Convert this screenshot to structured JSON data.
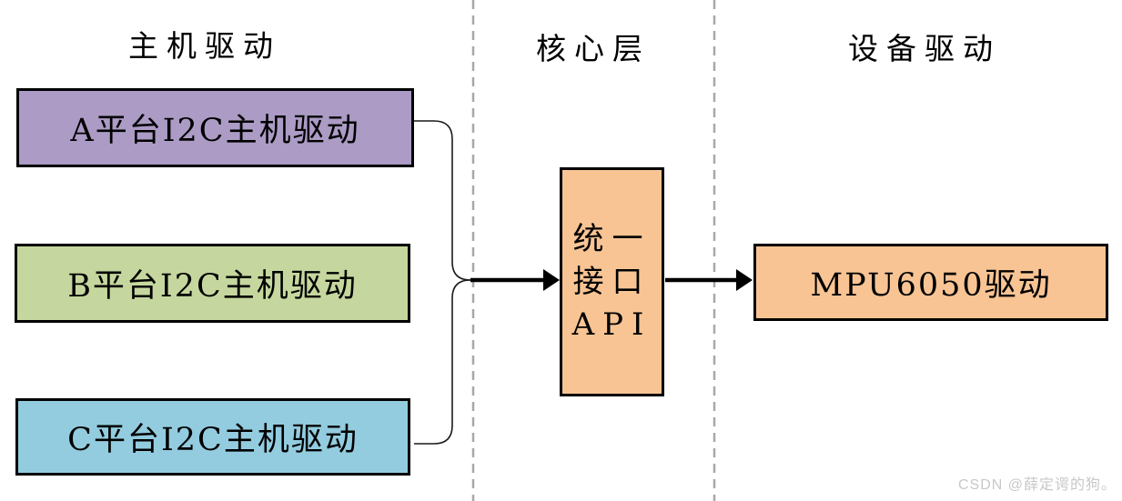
{
  "diagram": {
    "columns": [
      {
        "header": "主机驱动"
      },
      {
        "header": "核心层"
      },
      {
        "header": "设备驱动"
      }
    ],
    "host_boxes": [
      {
        "label": "A平台I2C主机驱动",
        "color": "#ab9bc5"
      },
      {
        "label": "B平台I2C主机驱动",
        "color": "#c5d79e"
      },
      {
        "label": "C平台I2C主机驱动",
        "color": "#93ccdf"
      }
    ],
    "core_box": {
      "label": "统一\n接口\nAPI",
      "color": "#f8c494"
    },
    "device_box": {
      "label": "MPU6050驱动",
      "color": "#f8c494"
    },
    "colors": {
      "box_border": "#000000",
      "connector": "#1a1a1a",
      "dashed_divider": "#a8a8a8",
      "watermark": "#c8c8c8"
    },
    "watermark": "CSDN @薛定谔的狗。"
  }
}
